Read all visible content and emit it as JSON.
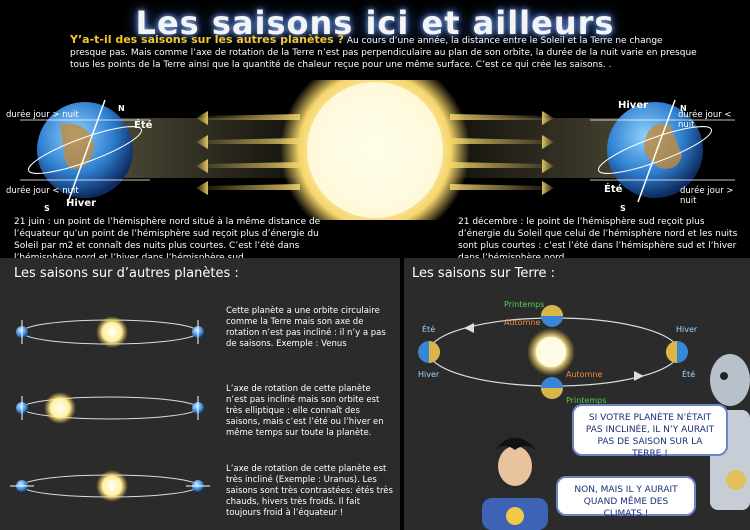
{
  "title": "Les saisons ici et ailleurs",
  "intro": {
    "question": "Y’a-t-il des saisons sur  les autres planètes ?",
    "text": " Au cours d’une année, la distance entre le Soleil et la Terre ne change presque pas.  Mais comme l’axe de rotation de la Terre n’est pas perpendiculaire au plan de son orbite, la durée de la nuit varie en presque tous les points de la Terre ainsi que la quantité de chaleur reçue pour une même surface. C’est ce qui crée les saisons. ."
  },
  "left_earth": {
    "top_label": "durée  jour > nuit",
    "bottom_label": "durée  jour < nuit",
    "north": "N",
    "south": "S",
    "season_top": "Été",
    "season_bottom": "Hiver"
  },
  "right_earth": {
    "top_label": "durée  jour < nuit",
    "bottom_label": "durée  jour > nuit",
    "north": "N",
    "south": "S",
    "season_top": "Hiver",
    "season_bottom": "Été"
  },
  "june_text": "21 juin :  un point de l’hémisphère nord situé à la même distance de l’équateur qu’un point de l’hémisphère sud reçoit plus d’énergie du Soleil par m2 et connaît des nuits plus courtes. C’est l’été dans l’hémisphère nord et l’hiver dans l’hémisphère sud.",
  "december_text": "21 décembre : le point de l’hémisphère sud reçoit plus d’énergie du Soleil que celui de l’hémisphère nord et les nuits sont plus courtes : c’est l’été dans l’hémisphère sud et l’hiver dans l’hémisphère nord.",
  "other_planets": {
    "title": "Les saisons sur d’autres planètes :",
    "case1": "Cette planète a une orbite circulaire comme la Terre mais son axe de rotation n’est pas incliné : il n’y a pas de saisons. Exemple : Venus",
    "case2": "L’axe de rotation de cette planète n’est pas incliné mais son orbite est très elliptique : elle connaît des saisons, mais c’est l’été ou l’hiver en même temps sur toute la planète.",
    "case3": "L’axe de rotation de cette planète est très incliné (Exemple : Uranus). Les saisons sont très contrastées: étés très chauds, hivers très froids. Il fait toujours froid à l’équateur !"
  },
  "earth_seasons": {
    "title": "Les saisons sur Terre :",
    "top_printemps": "Printemps",
    "top_automne": "Automne",
    "left_ete": "Été",
    "left_hiver": "Hiver",
    "right_hiver": "Hiver",
    "right_ete": "Été",
    "bottom_automne": "Automne",
    "bottom_printemps": "Printemps"
  },
  "bubbles": {
    "first": "SI VOTRE PLANÈTE N’ÉTAIT PAS INCLINÉE, IL N’Y AURAIT PAS DE SAISON SUR LA TERRE !",
    "second": "NON, MAIS IL Y AURAIT QUAND MÊME DES CLIMATS !"
  },
  "colors": {
    "question": "#f2c62d",
    "sun": "#fff6c8",
    "ray": "#f0d36a",
    "bubble_text": "#1a2f7a",
    "printemps": "#4fd14f",
    "automne": "#f08a3c",
    "ete": "#9fd6ff",
    "hiver": "#9fd6ff"
  }
}
